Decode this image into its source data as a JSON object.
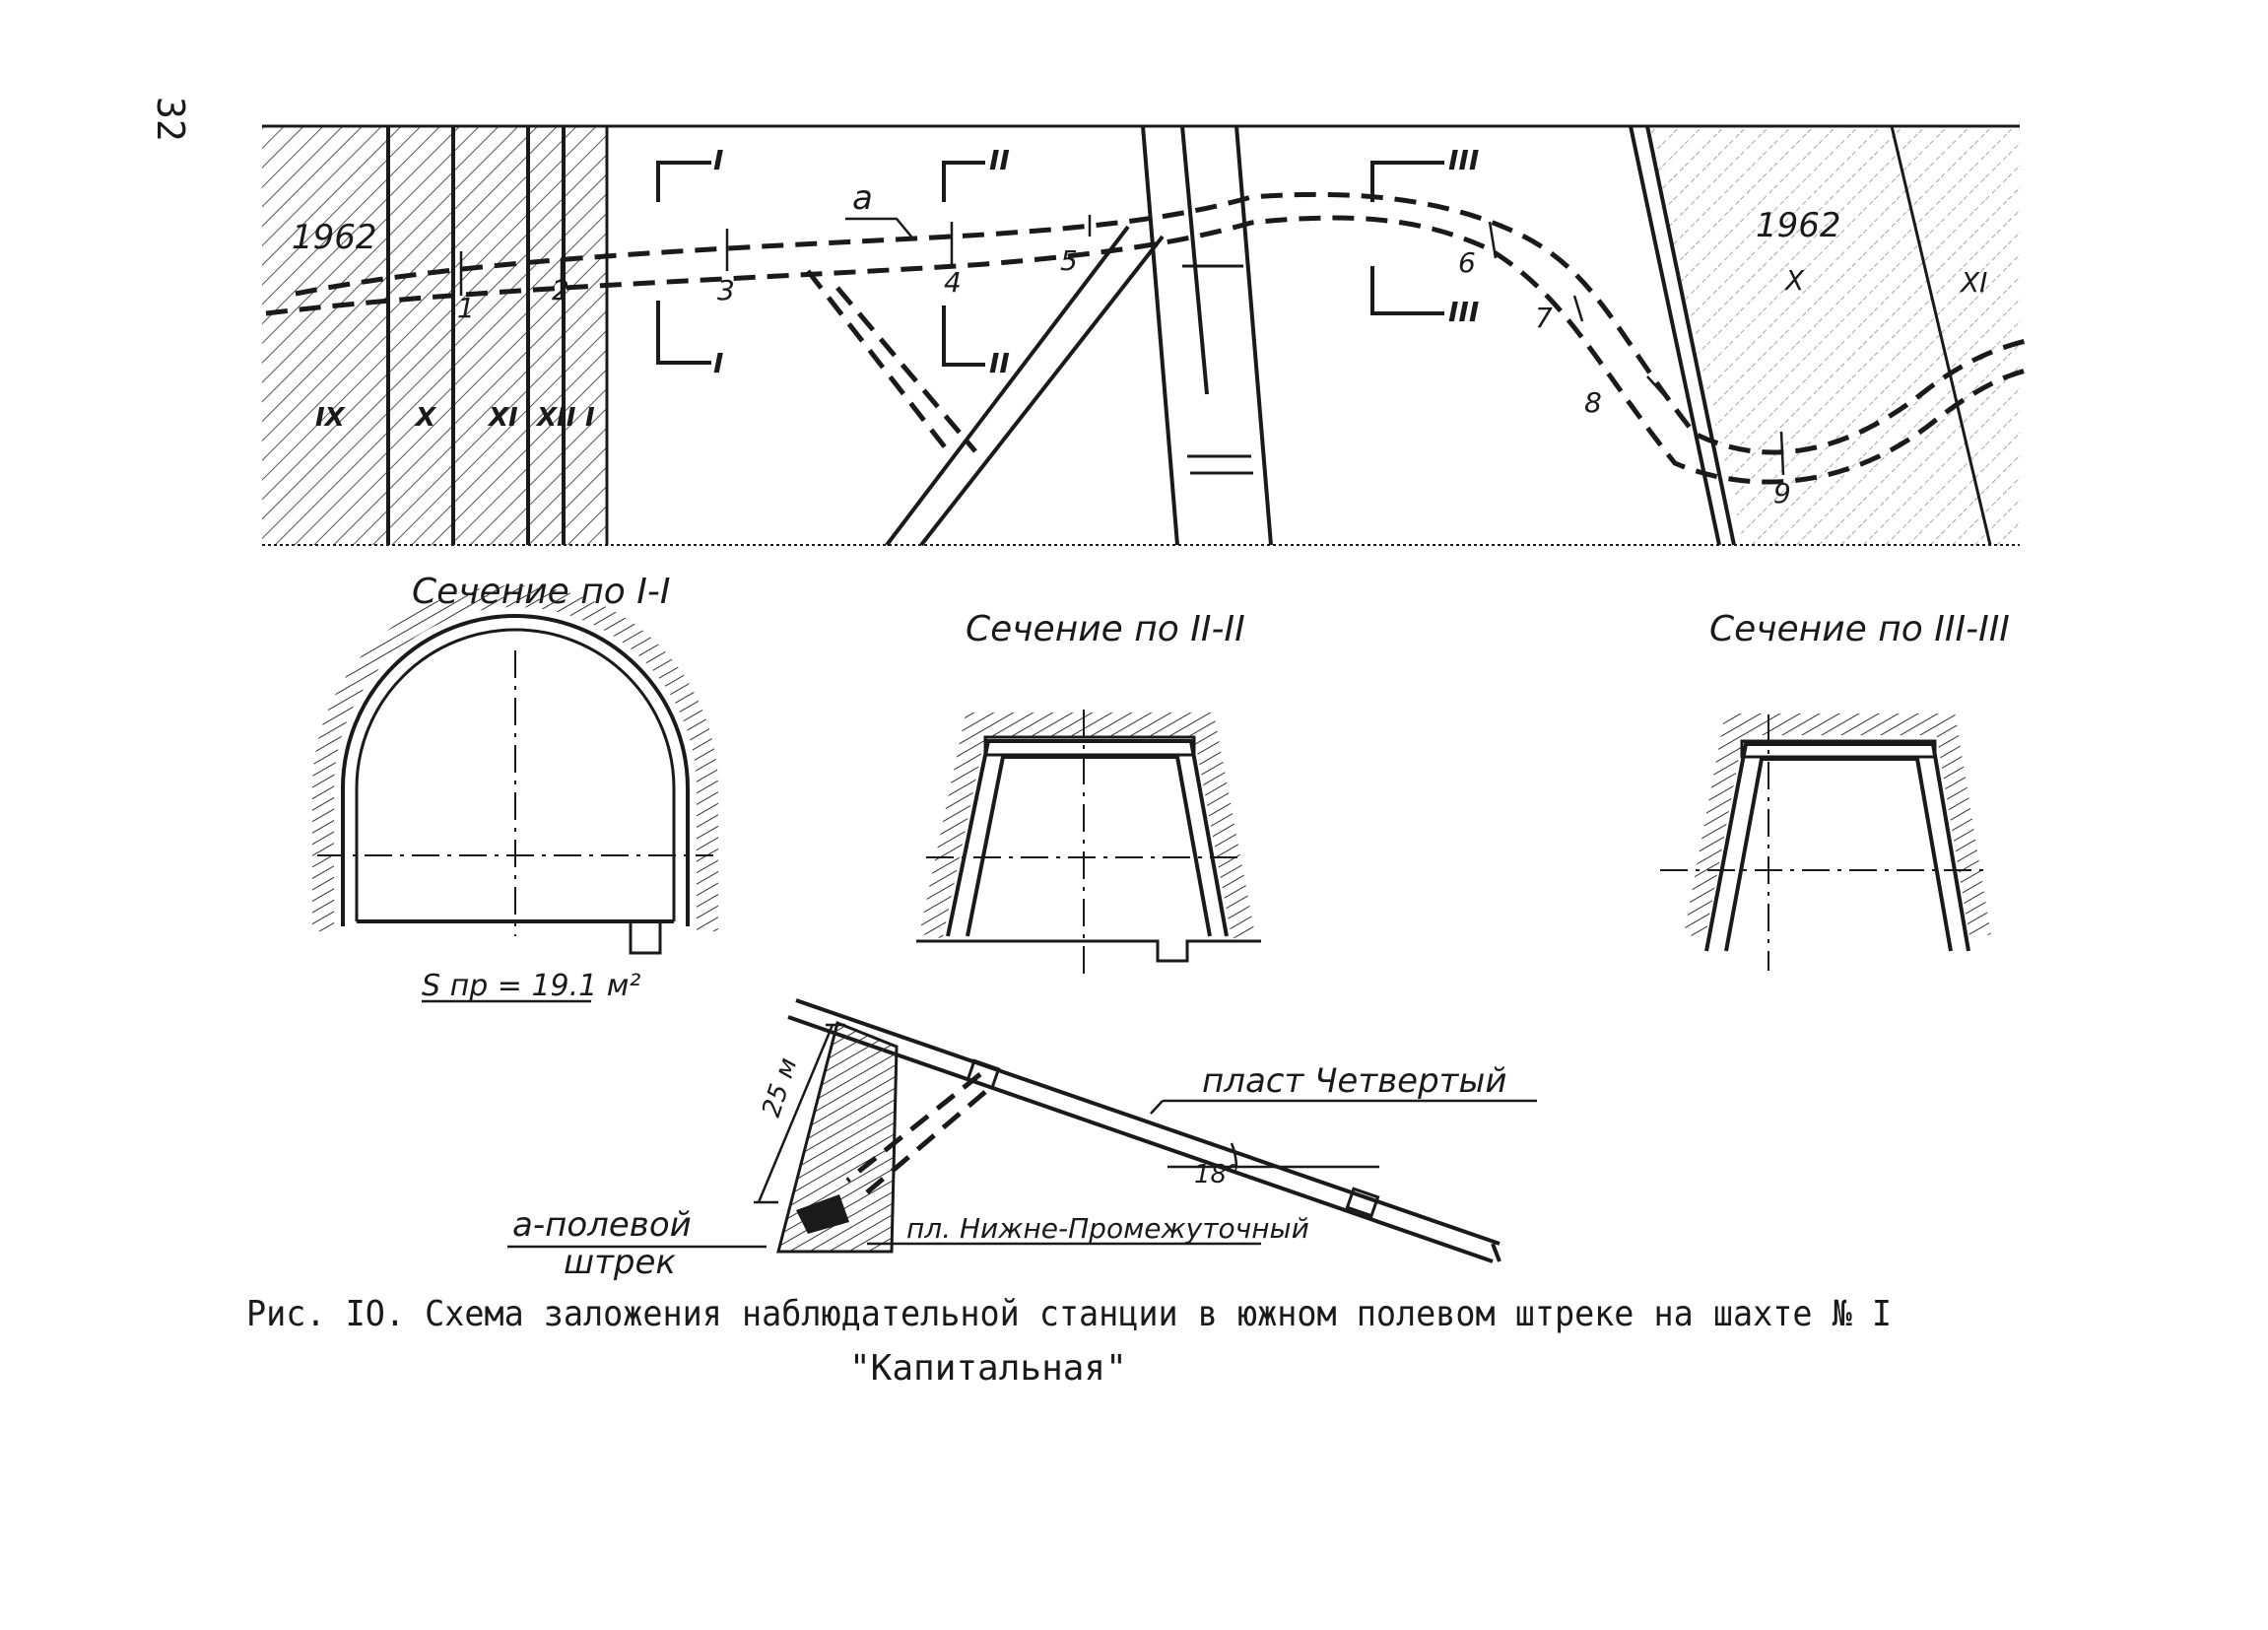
{
  "page": {
    "number": "32"
  },
  "plan": {
    "year_left": "1962",
    "year_right": "1962",
    "seams_left": [
      "IX",
      "X",
      "XI",
      "XII",
      "I"
    ],
    "seams_right": [
      "X",
      "XI"
    ],
    "section_marks": [
      "I",
      "I",
      "II",
      "II",
      "III",
      "III"
    ],
    "label_a": "a",
    "stations": [
      "1",
      "2",
      "3",
      "4",
      "5",
      "6",
      "7",
      "8",
      "9"
    ]
  },
  "sections": {
    "s1_title": "Сечение по I-I",
    "s2_title": "Сечение по II-II",
    "s3_title": "Сечение по III-III",
    "area_label": "S пр = 19.1 м²"
  },
  "profile": {
    "depth_label": "25 м",
    "angle_label": "18°",
    "seam_upper": "пласт Четвертый",
    "seam_lower": "пл. Нижне-Промежуточный",
    "drift_line1": "а-полевой",
    "drift_line2": "штрек"
  },
  "caption": {
    "line1": "Рис. IO. Схема заложения наблюдательной станции в южном полевом штреке на шахте № I",
    "line2": "\"Капитальная\""
  }
}
